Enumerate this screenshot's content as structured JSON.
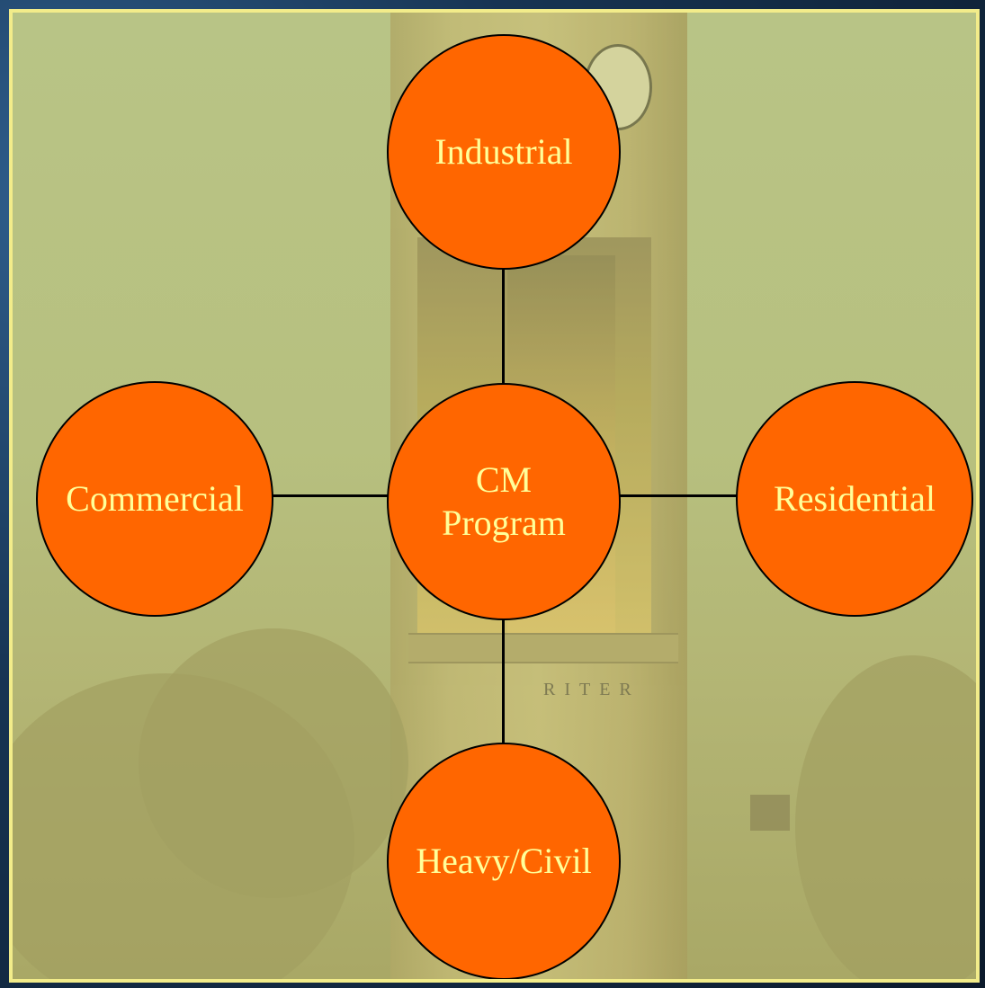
{
  "diagram": {
    "center": {
      "line1": "CM",
      "line2": "Program"
    },
    "nodes": {
      "top": "Industrial",
      "left": "Commercial",
      "right": "Residential",
      "bottom": "Heavy/Civil"
    },
    "background_inscription": "RITER"
  },
  "colors": {
    "node_fill": "#ff6600",
    "node_text": "#ffff99",
    "connector": "#000000",
    "panel_border": "#f2ec8a"
  }
}
